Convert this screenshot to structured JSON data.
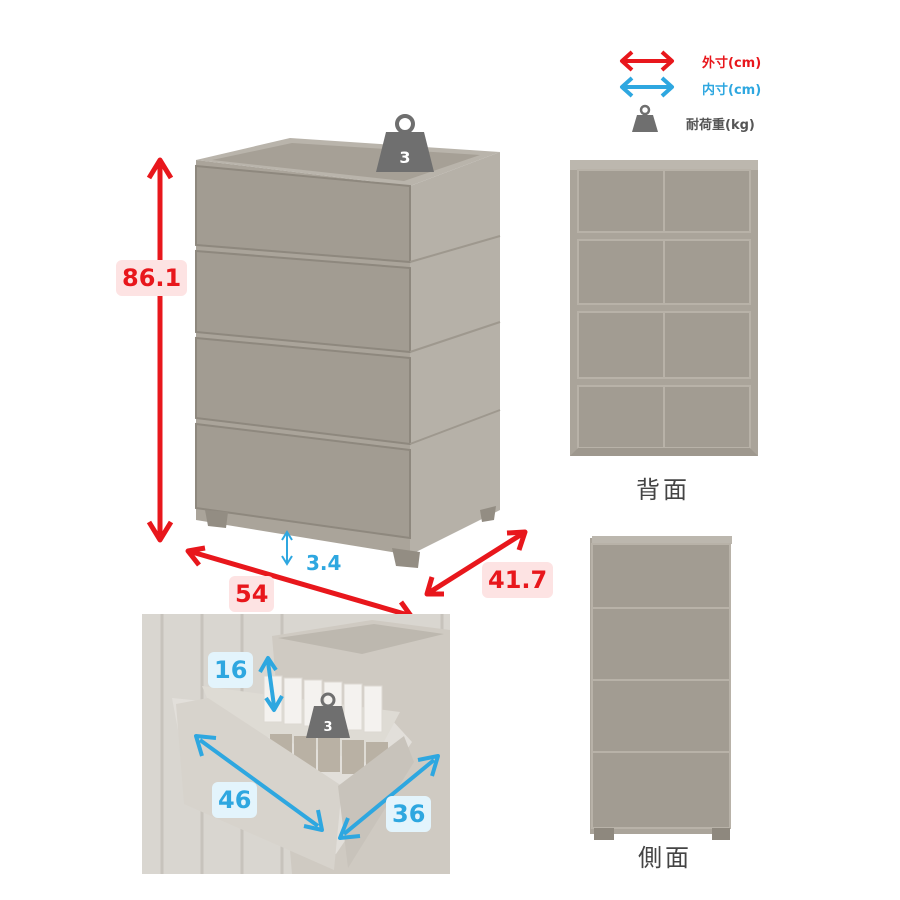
{
  "legend": {
    "outer": "外寸(cm)",
    "inner": "内寸(cm)",
    "load": "耐荷重(kg)"
  },
  "colors": {
    "outer": "#e8171c",
    "inner": "#2ea7e0",
    "body": "#a6a096",
    "weight": "#6f6f6f"
  },
  "dimensions": {
    "height": "86.1",
    "width": "54",
    "depth": "41.7",
    "leg": "3.4"
  },
  "top_load": "3",
  "views": {
    "back": "背面",
    "side": "側面"
  },
  "drawer": {
    "inner_height": "16",
    "inner_width": "46",
    "inner_depth": "36",
    "load": "3"
  }
}
